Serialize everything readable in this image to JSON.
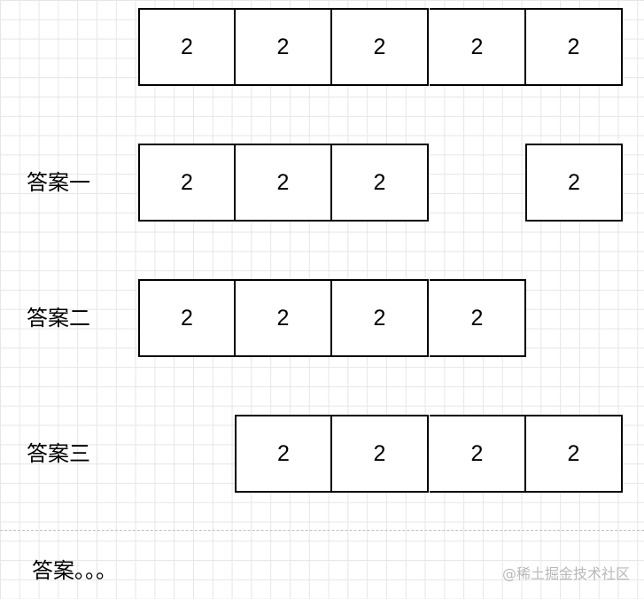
{
  "rows": [
    {
      "label": "",
      "cells": [
        {
          "slot": 0,
          "value": "2"
        },
        {
          "slot": 1,
          "value": "2"
        },
        {
          "slot": 2,
          "value": "2"
        },
        {
          "slot": 3,
          "value": "2"
        },
        {
          "slot": 4,
          "value": "2"
        }
      ]
    },
    {
      "label": "答案一",
      "cells": [
        {
          "slot": 0,
          "value": "2"
        },
        {
          "slot": 1,
          "value": "2"
        },
        {
          "slot": 2,
          "value": "2"
        },
        {
          "slot": 4,
          "value": "2"
        }
      ]
    },
    {
      "label": "答案二",
      "cells": [
        {
          "slot": 0,
          "value": "2"
        },
        {
          "slot": 1,
          "value": "2"
        },
        {
          "slot": 2,
          "value": "2"
        },
        {
          "slot": 3,
          "value": "2"
        }
      ]
    },
    {
      "label": "答案三",
      "cells": [
        {
          "slot": 1,
          "value": "2"
        },
        {
          "slot": 2,
          "value": "2"
        },
        {
          "slot": 3,
          "value": "2"
        },
        {
          "slot": 4,
          "value": "2"
        }
      ]
    }
  ],
  "footer": {
    "label": "答案。。。"
  },
  "watermark": {
    "text": "@稀土掘金技术社区"
  },
  "colors": {
    "grid": "#e6e6e6",
    "border": "#000000",
    "background": "#ffffff"
  }
}
